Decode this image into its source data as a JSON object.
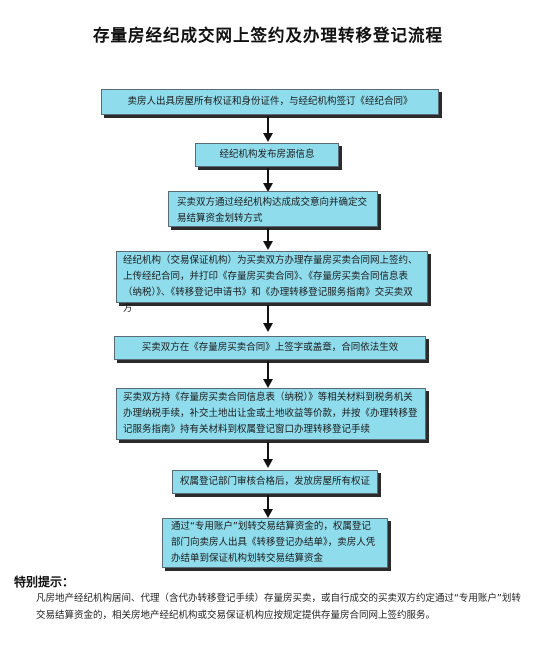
{
  "title": "存量房经纪成交网上签约及办理转移登记流程",
  "steps": [
    "卖房人出具房屋所有权证和身份证件，与经纪机构签订《经纪合同》",
    "经纪机构发布房源信息",
    "买卖双方通过经纪机构达成成交意向并确定交易结算资金划转方式",
    "经纪机构（交易保证机构）为买卖双方办理存量房买卖合同网上签约、上传经纪合同，并打印《存量房买卖合同》、《存量房买卖合同信息表（纳税）》、《转移登记申请书》和《办理转移登记服务指南》交买卖双方",
    "买卖双方在《存量房买卖合同》上签字或盖章，合同依法生效",
    "买卖双方持《存量房买卖合同信息表（纳税）》等相关材料到税务机关办理纳税手续，补交土地出让金或土地收益等价款，并按《办理转移登记服务指南》持有关材料到权属登记窗口办理转移登记手续",
    "权属登记部门审核合格后，发放房屋所有权证",
    "通过“专用账户”划转交易结算资金的，权属登记部门向卖房人出具《转移登记办结单》，卖房人凭办结单到保证机构划转交易结算资金"
  ],
  "note": {
    "heading": "特别提示：",
    "text": "凡房地产经纪机构居间、代理（含代办转移登记手续）存量房买卖，或自行成交的买卖双方约定通过“专用账户”划转交易结算资金的，相关房地产经纪机构或交易保证机构应按规定提供存量房合同网上签约服务。"
  },
  "colors": {
    "box_fill": "#8fdcec",
    "box_border": "#5a6a76",
    "arrow": "#111111"
  }
}
